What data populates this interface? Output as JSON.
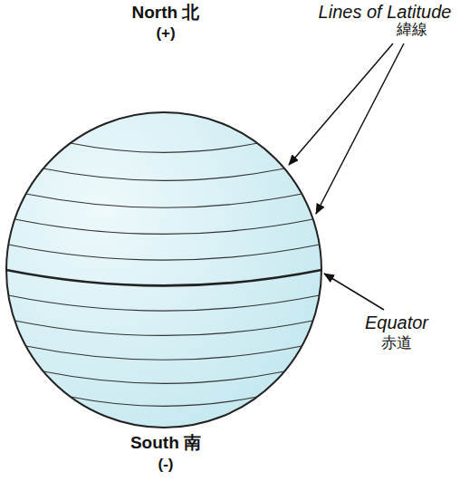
{
  "diagram": {
    "labels": [
      "North 北",
      "(+)",
      "Lines of Latitude",
      "緯線",
      "Equator",
      "赤道",
      "South 南",
      "(-)"
    ]
  }
}
